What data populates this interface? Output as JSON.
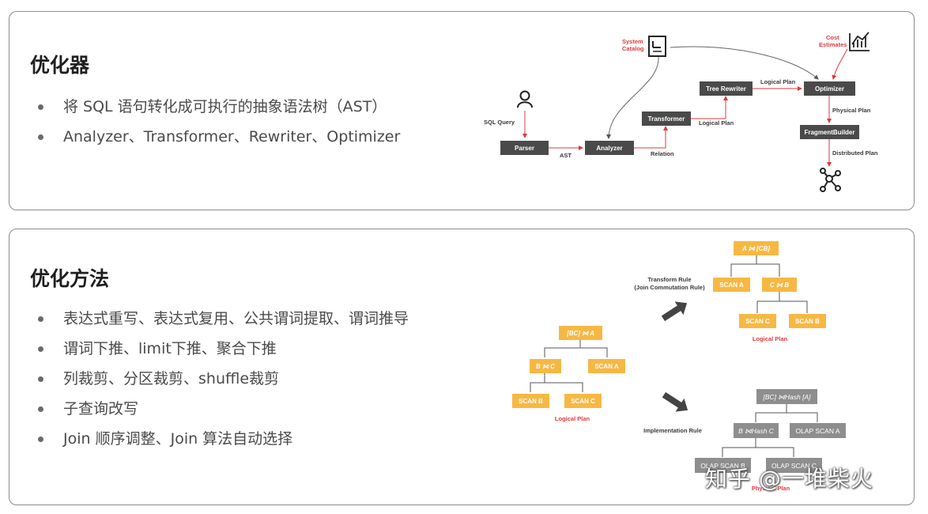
{
  "section1": {
    "title": "优化器",
    "bullets": [
      "将 SQL 语句转化成可执行的抽象语法树（AST）",
      "Analyzer、Transformer、Rewriter、Optimizer"
    ],
    "diagram": {
      "nodes": {
        "parser": "Parser",
        "analyzer": "Analyzer",
        "transformer": "Transformer",
        "tree_rewriter": "Tree Rewriter",
        "optimizer": "Optimizer",
        "fragment_builder": "FragmentBuilder"
      },
      "edges": {
        "sql_query": "SQL Query",
        "ast": "AST",
        "relation": "Relation",
        "logical_plan_1": "Logical Plan",
        "logical_plan_2": "Logical Plan",
        "physical_plan": "Physical Plan",
        "distributed_plan": "Distributed Plan"
      },
      "annotations": {
        "system_catalog_1": "System",
        "system_catalog_2": "Catalog",
        "cost_estimates_1": "Cost",
        "cost_estimates_2": "Estimates"
      },
      "icons": {
        "user": "user-icon",
        "catalog": "catalog-document-icon",
        "cost": "cost-chart-icon",
        "network": "network-graph-icon"
      },
      "colors": {
        "node": "#4a4a4a",
        "accent": "#e0393e"
      }
    }
  },
  "section2": {
    "title": "优化方法",
    "bullets": [
      "表达式重写、表达式复用、公共谓词提取、谓词推导",
      "谓词下推、limit下推、聚合下推",
      "列裁剪、分区裁剪、shuffle裁剪",
      "子查询改写",
      "Join 顺序调整、Join 算法自动选择"
    ],
    "diagram": {
      "logical_tree": {
        "root": "[BC] ⋈ A",
        "join": "B ⋈ C",
        "scan_a": "SCAN A",
        "scan_b": "SCAN B",
        "scan_c": "SCAN C",
        "caption": "Logical Plan"
      },
      "transform_rule": {
        "label_1": "Transform Rule",
        "label_2": "(Join Commutation Rule)",
        "root": "A ⋈ [CB]",
        "scan_a": "SCAN A",
        "join": "C ⋈ B",
        "scan_c": "SCAN C",
        "scan_b": "SCAN B",
        "caption": "Logical Plan"
      },
      "implementation_rule": {
        "label": "Implementation Rule",
        "root": "[BC] ⋈Hash [A]",
        "join": "B ⋈Hash C",
        "olap_scan_a": "OLAP SCAN A",
        "olap_scan_b": "OLAP SCAN B",
        "olap_scan_c": "OLAP SCAN C",
        "caption": "Physical Plan"
      },
      "colors": {
        "orange": "#f7b843",
        "gray": "#8e8e8e",
        "caption": "#e0393e"
      }
    }
  },
  "watermark": "知乎 @一堆柴火"
}
